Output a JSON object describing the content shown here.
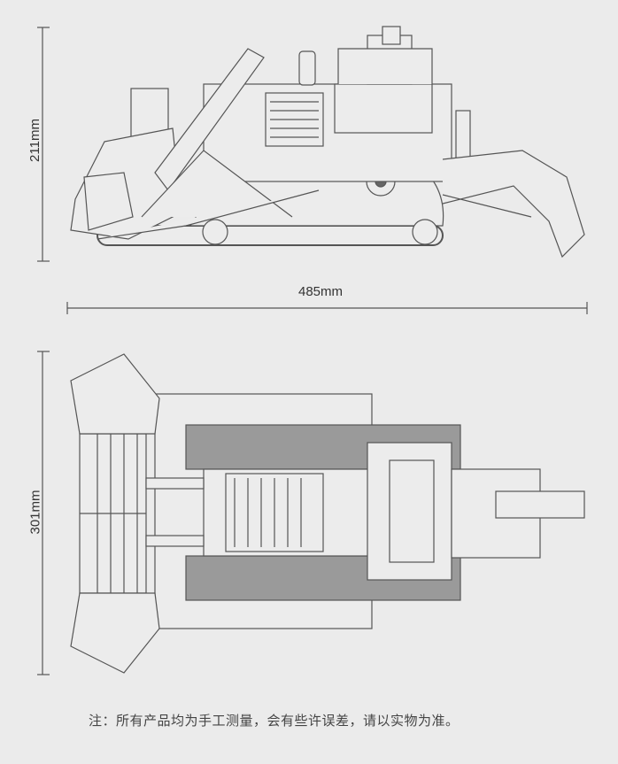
{
  "dimensions": {
    "height": "211mm",
    "length": "485mm",
    "width": "301mm"
  },
  "views": [
    "side-view",
    "top-view"
  ],
  "note": "注：所有产品均为手工测量，会有些许误差，请以实物为准。"
}
